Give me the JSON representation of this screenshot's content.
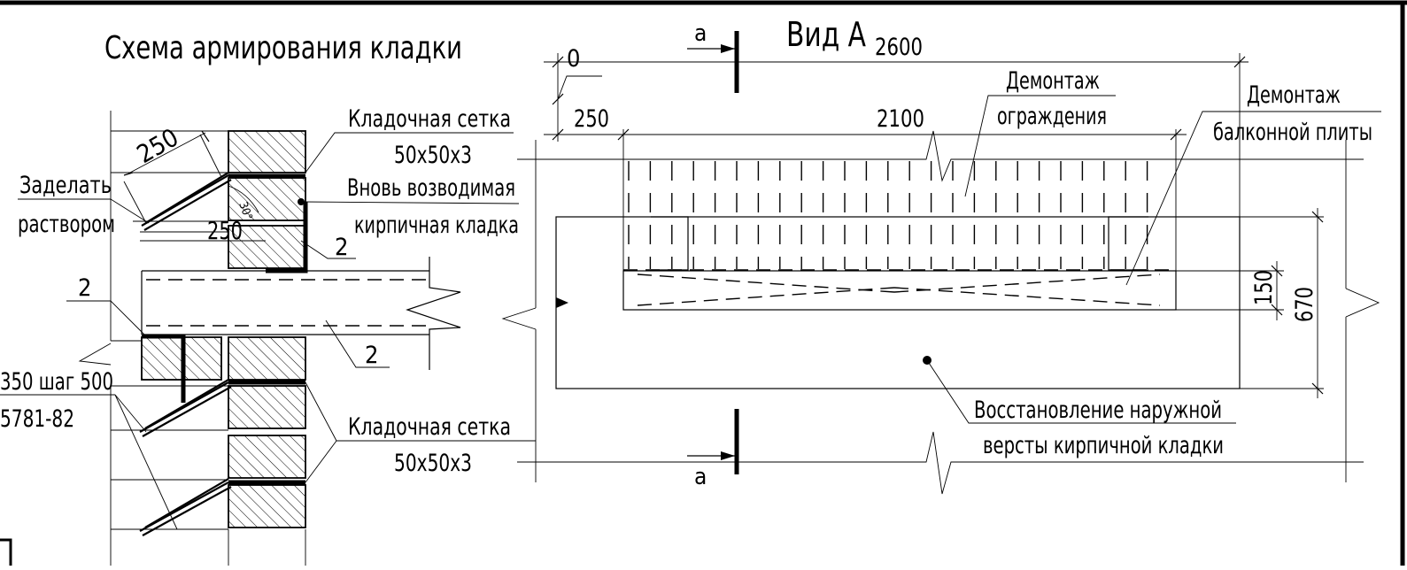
{
  "diagram": {
    "left_title": "Схема армирования кладки",
    "right_title": "Вид А",
    "labels": {
      "mesh_top_1": "Кладочная сетка",
      "mesh_top_2": "50х50х3",
      "new_masonry_1": "Вновь возводимая",
      "new_masonry_2": "кирпичная кладка",
      "fill_mortar_1": "Заделать",
      "fill_mortar_2": "раствором",
      "rebar_1": "350 шаг 500",
      "rebar_2": "5781-82",
      "mesh_bot_1": "Кладочная сетка",
      "mesh_bot_2": "50х50х3",
      "demolish_fence_1": "Демонтаж",
      "demolish_fence_2": "ограждения",
      "demolish_slab_1": "Демонтаж",
      "demolish_slab_2": "балконной плиты",
      "restore_1": "Восстановление наружной",
      "restore_2": "версты кирпичной кладки",
      "section_top": "а",
      "section_bot": "а"
    },
    "dimensions": {
      "d250_diag": "250",
      "d250_horiz": "250",
      "d30deg": "30°",
      "pos2_a": "2",
      "pos2_b": "2",
      "pos2_c": "2",
      "d0": "0",
      "d2600": "2600",
      "d250": "250",
      "d2100": "2100",
      "d150": "150",
      "d670": "670"
    }
  }
}
